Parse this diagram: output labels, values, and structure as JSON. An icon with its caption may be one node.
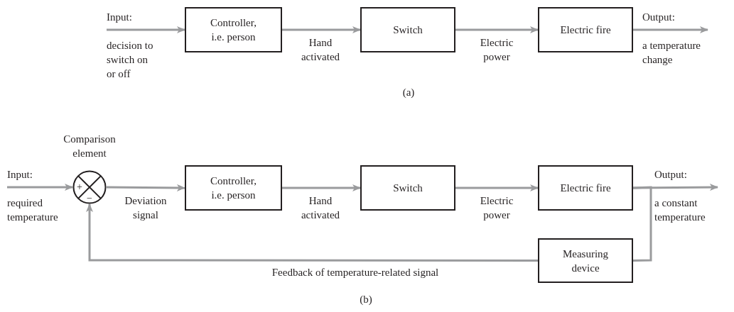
{
  "diagram": {
    "nodes": [
      {
        "text": [
          "Controller, i.e. person"
        ]
      },
      {
        "text": [
          "Switch"
        ]
      },
      {
        "text": [
          "Electric fire"
        ]
      },
      {
        "text": [],
        "shape": "circle"
      },
      {
        "text": [
          "Controller, i.e. person"
        ]
      },
      {
        "text": [
          "Switch"
        ]
      },
      {
        "text": [
          "Electric fire"
        ]
      },
      {
        "text": [
          "Measuring device"
        ]
      }
    ],
    "edges": [
      {
        "from": null,
        "to": 0,
        "arrow": "to",
        "label": "Input:"
      },
      {
        "from": 0,
        "to": 1,
        "arrow": "to",
        "label": "Hand activated"
      },
      {
        "from": 1,
        "to": 2,
        "arrow": "to",
        "label": "Electric power"
      },
      {
        "from": 2,
        "to": null,
        "arrow": "to",
        "label": "Output:"
      },
      {
        "from": null,
        "to": 3,
        "arrow": "to",
        "label": "Input:"
      },
      {
        "from": 3,
        "to": 4,
        "arrow": "to",
        "label": "Deviation signal"
      },
      {
        "from": 4,
        "to": 5,
        "arrow": "to",
        "label": "Hand activated"
      },
      {
        "from": 5,
        "to": 6,
        "arrow": "to",
        "label": "Electric power"
      },
      {
        "from": 6,
        "to": null,
        "arrow": "to",
        "label": "Output:"
      },
      {
        "from": 6,
        "to": 7,
        "arrow": "none"
      },
      {
        "from": 7,
        "to": 3,
        "arrow": "to",
        "label": "Feedback of temperature-related signal"
      }
    ],
    "labels": [
      "decision to switch on or off",
      "a temperature change",
      "(a)",
      "Comparison element",
      "+",
      "−",
      "required temperature",
      "a constant temperature",
      "(b)"
    ]
  }
}
